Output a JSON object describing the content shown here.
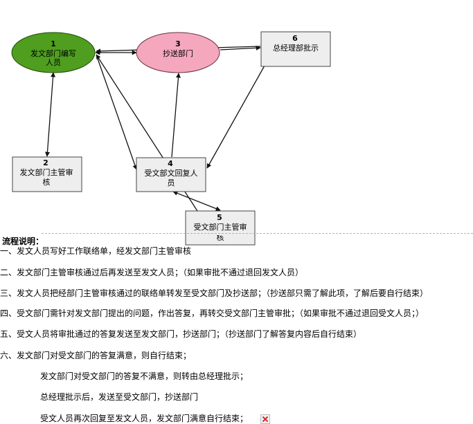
{
  "nodes": [
    {
      "id": "1",
      "num": "1",
      "lines": [
        "发文部门编写",
        "人员"
      ],
      "fill": "#4f9e1f"
    },
    {
      "id": "2",
      "num": "2",
      "lines": [
        "发文部门主管审",
        "核"
      ],
      "fill": "#eeeeee"
    },
    {
      "id": "3",
      "num": "3",
      "lines": [
        "抄送部门"
      ],
      "fill": "#f4a7bd"
    },
    {
      "id": "4",
      "num": "4",
      "lines": [
        "受文部文回复人",
        "员"
      ],
      "fill": "#eeeeee"
    },
    {
      "id": "5",
      "num": "5",
      "lines": [
        "受文部门主管审",
        "核"
      ],
      "fill": "#eeeeee"
    },
    {
      "id": "6",
      "num": "6",
      "lines": [
        "总经理部批示"
      ],
      "fill": "#eeeeee"
    }
  ],
  "description": {
    "title": "流程说明：",
    "steps": [
      "一、发文人员写好工作联络单，经发文部门主管审核",
      "二、发文部门主管审核通过后再发送至发文人员；（如果审批不通过退回发文人员）",
      "三、发文人员把经部门主管审核通过的联络单转发至受文部门及抄送部；（抄送部只需了解此项，了解后要自行结束）",
      "四、受文部门需针对发文部门提出的问题，作出答复，再转交受文部门主管审批；（如果审批不通过退回受文人员；）",
      "五、受文人员将审批通过的答复发送至发文部门，抄送部门；（抄送部门了解答复内容后自行结束）",
      "六、发文部门对受文部门的答复满意，则自行结束；"
    ],
    "substeps": [
      "发文部门对受文部门的答复不满意，则转由总经理批示；",
      "总经理批示后，发送至受文部门，抄送部门",
      "受文人员再次回复至发文人员，发文部门满意自行结束；"
    ],
    "broken_image_icon": "broken-image-icon"
  }
}
